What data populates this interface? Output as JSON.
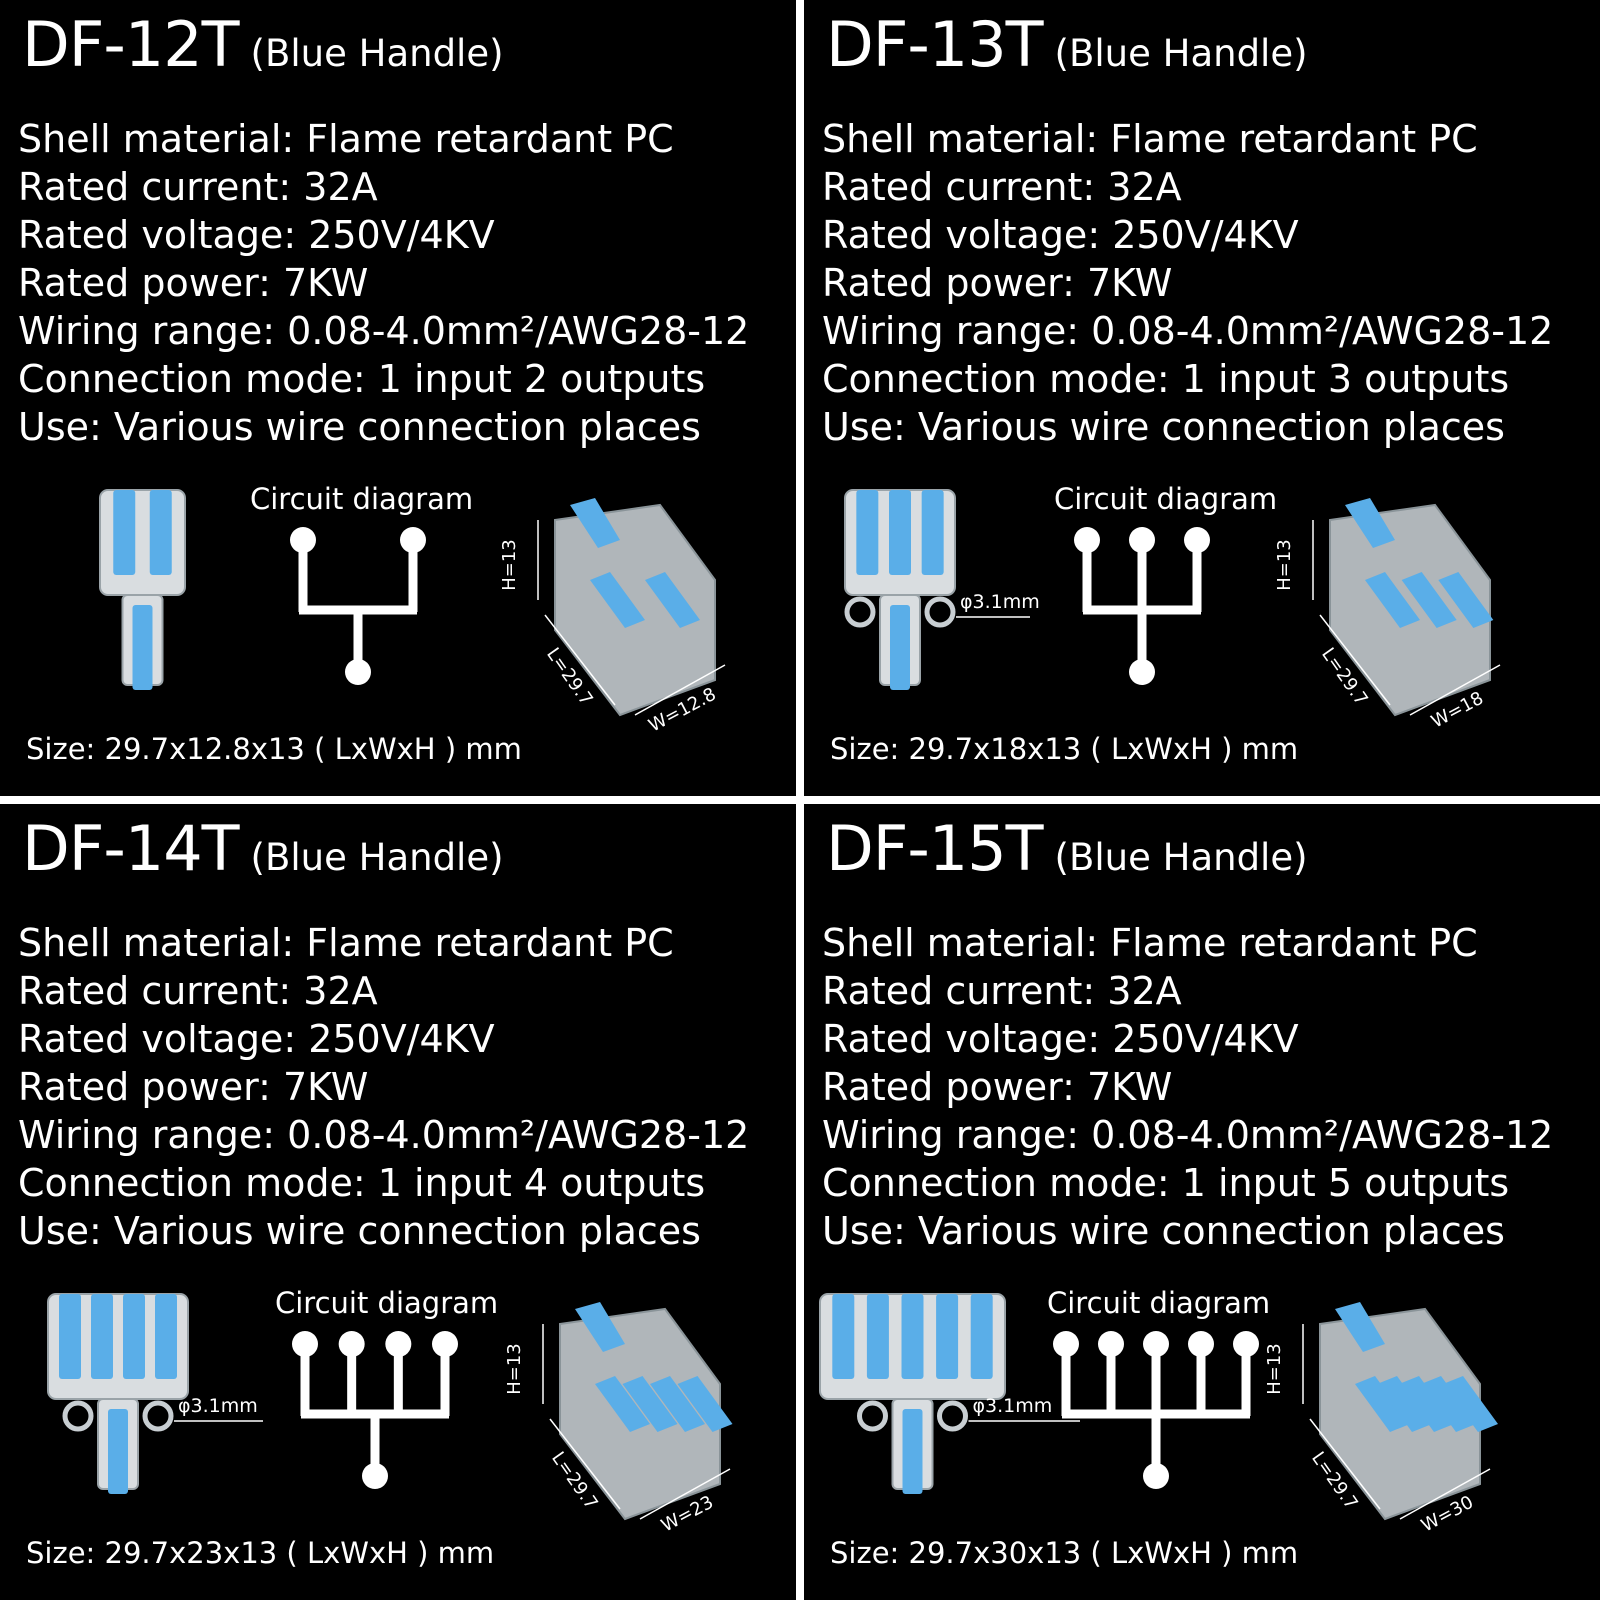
{
  "colors": {
    "background": "#000000",
    "text": "#ffffff",
    "handle": "#5aaee8",
    "shell": "#d9dde0",
    "divider": "#ffffff"
  },
  "panels": [
    {
      "model": "DF-12T",
      "handle": "(Blue Handle)",
      "specs": [
        "Shell material:  Flame retardant PC",
        "Rated current:  32A",
        "Rated voltage:  250V/4KV",
        "Rated power:  7KW",
        "Wiring range:  0.08-4.0mm²/AWG28-12",
        "Connection mode:  1 input 2 outputs",
        "Use:  Various wire connection places"
      ],
      "diagram_label": "Circuit diagram",
      "outputs": 2,
      "mount_hole": "",
      "dim_h": "H=13",
      "dim_l": "L=29.7",
      "dim_w": "W=12.8",
      "size": "Size:  29.7x12.8x13 ( LxWxH ) mm"
    },
    {
      "model": "DF-13T",
      "handle": "(Blue Handle)",
      "specs": [
        "Shell material:  Flame retardant PC",
        "Rated current:  32A",
        "Rated voltage:  250V/4KV",
        "Rated power:  7KW",
        "Wiring range:  0.08-4.0mm²/AWG28-12",
        "Connection mode:  1 input 3 outputs",
        "Use:  Various wire connection places"
      ],
      "diagram_label": "Circuit diagram",
      "outputs": 3,
      "mount_hole": "φ3.1mm",
      "dim_h": "H=13",
      "dim_l": "L=29.7",
      "dim_w": "W=18",
      "size": "Size:  29.7x18x13 ( LxWxH ) mm"
    },
    {
      "model": "DF-14T",
      "handle": "(Blue Handle)",
      "specs": [
        "Shell material:  Flame retardant PC",
        "Rated current:  32A",
        "Rated voltage:  250V/4KV",
        "Rated power:  7KW",
        "Wiring range:  0.08-4.0mm²/AWG28-12",
        "Connection mode:  1 input 4 outputs",
        "Use:  Various wire connection places"
      ],
      "diagram_label": "Circuit diagram",
      "outputs": 4,
      "mount_hole": "φ3.1mm",
      "dim_h": "H=13",
      "dim_l": "L=29.7",
      "dim_w": "W=23",
      "size": "Size:  29.7x23x13 ( LxWxH ) mm"
    },
    {
      "model": "DF-15T",
      "handle": "(Blue Handle)",
      "specs": [
        "Shell material:  Flame retardant PC",
        "Rated current:  32A",
        "Rated voltage:  250V/4KV",
        "Rated power:  7KW",
        "Wiring range:  0.08-4.0mm²/AWG28-12",
        "Connection mode:  1 input 5 outputs",
        "Use:  Various wire connection places"
      ],
      "diagram_label": "Circuit diagram",
      "outputs": 5,
      "mount_hole": "φ3.1mm",
      "dim_h": "H=13",
      "dim_l": "L=29.7",
      "dim_w": "W=30",
      "size": "Size:  29.7x30x13 ( LxWxH ) mm"
    }
  ]
}
